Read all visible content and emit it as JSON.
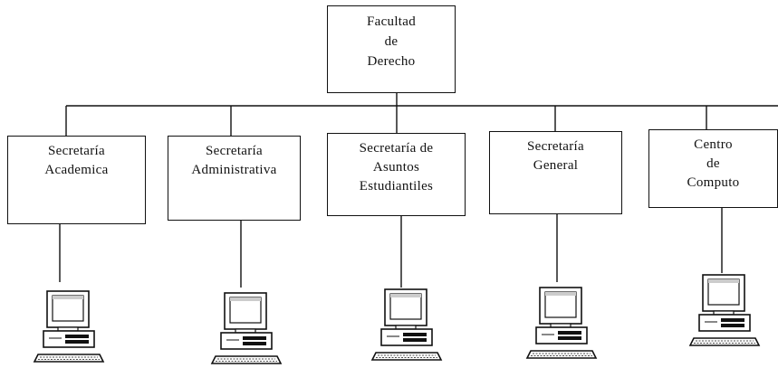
{
  "root": {
    "lines": [
      "Facultad",
      "de",
      "Derecho"
    ]
  },
  "departments": [
    {
      "lines": [
        "Secretaría",
        "Academica"
      ],
      "icon": "computer-icon"
    },
    {
      "lines": [
        "Secretaría",
        "Administrativa"
      ],
      "icon": "computer-icon"
    },
    {
      "lines": [
        "Secretaría de",
        "Asuntos",
        "Estudiantiles"
      ],
      "icon": "computer-icon"
    },
    {
      "lines": [
        "Secretaría",
        "General"
      ],
      "icon": "computer-icon"
    },
    {
      "lines": [
        "Centro",
        "de",
        "Computo"
      ],
      "icon": "computer-icon"
    }
  ],
  "colors": {
    "line": "#111111",
    "background": "#ffffff"
  }
}
